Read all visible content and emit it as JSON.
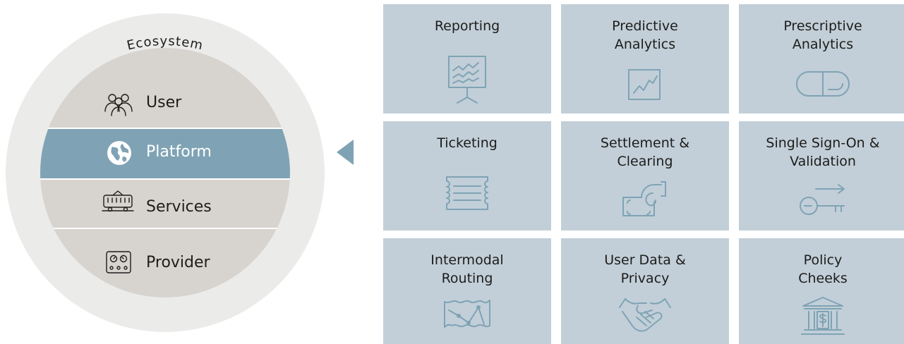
{
  "ecosystem": {
    "ring_label": "Ecosystem",
    "bands": [
      {
        "label": "User",
        "icon": "users-icon"
      },
      {
        "label": "Platform",
        "icon": "globe-icon"
      },
      {
        "label": "Services",
        "icon": "tram-icon"
      },
      {
        "label": "Provider",
        "icon": "control-panel-icon"
      }
    ]
  },
  "tiles": [
    {
      "title": "Reporting",
      "icon": "presentation-chart-icon"
    },
    {
      "title": "Predictive\nAnalytics",
      "icon": "line-chart-icon"
    },
    {
      "title": "Prescriptive\nAnalytics",
      "icon": "capsule-icon"
    },
    {
      "title": "Ticketing",
      "icon": "ticket-icon"
    },
    {
      "title": "Settlement &\nClearing",
      "icon": "money-hand-icon"
    },
    {
      "title": "Single Sign-On &\nValidation",
      "icon": "key-icon"
    },
    {
      "title": "Intermodal\nRouting",
      "icon": "route-map-icon"
    },
    {
      "title": "User Data &\nPrivacy",
      "icon": "handshake-icon"
    },
    {
      "title": "Policy\nCheeks",
      "icon": "courthouse-icon"
    }
  ],
  "colors": {
    "ring": "#ebebea",
    "band": "#d7d3cf",
    "band_highlight": "#7fa3b5",
    "tile": "#c2cfd8",
    "pointer": "#7fa3b5",
    "icon_stroke": "#7fa3b5"
  }
}
